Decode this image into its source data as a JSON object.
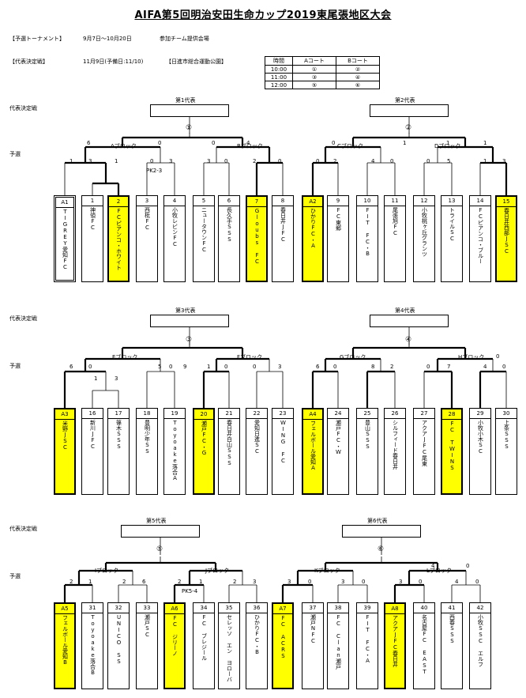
{
  "title": "AIFA第5回明治安田生命カップ2019東尾張地区大会",
  "info": {
    "prelim_label": "【予選トーナメント】",
    "prelim_dates": "9月7日～10月20日",
    "prelim_venue": "参加チーム提供会場",
    "final_label": "【代表決定戦】",
    "final_date": "11月9日(予備日:11/10)",
    "final_venue": "【日進市総合運動公園】"
  },
  "schedule": {
    "headers": [
      "時間",
      "Aコート",
      "Bコート"
    ],
    "rows": [
      [
        "10:00",
        "①",
        "②"
      ],
      [
        "11:00",
        "③",
        "④"
      ],
      [
        "12:00",
        "⑤",
        "⑥"
      ]
    ]
  },
  "labels": {
    "final_round": "代表決定戦",
    "prelim": "予選",
    "pk": "PK2-3",
    "pk2": "PK5-4"
  },
  "sections": [
    {
      "reps": [
        "第1代表",
        "第2代表"
      ],
      "finals": [
        "①",
        "②"
      ],
      "blocks": [
        "Aブロック",
        "Bブロック",
        "Cブロック",
        "Dブロック"
      ],
      "teams": [
        {
          "num": "A1",
          "name": "TIGREY愛知FC",
          "win": false,
          "dbl": true
        },
        {
          "num": "1",
          "name": "神領FC",
          "win": false
        },
        {
          "num": "2",
          "name": "FCピアンコ・ホワイト",
          "win": true
        },
        {
          "num": "3",
          "name": "西枇FC",
          "win": false
        },
        {
          "num": "4",
          "name": "小牧レビンFC",
          "win": false
        },
        {
          "num": "5",
          "name": "ニュータウンFC",
          "win": false
        },
        {
          "num": "6",
          "name": "長久手SSS",
          "win": false
        },
        {
          "num": "7",
          "name": "Gloubs FC",
          "win": true
        },
        {
          "num": "8",
          "name": "春日井JFC",
          "win": false
        },
        {
          "num": "A2",
          "name": "ひかりFC・A",
          "win": true
        },
        {
          "num": "9",
          "name": "FC東郷",
          "win": false
        },
        {
          "num": "10",
          "name": "FIT FC・B",
          "win": false
        },
        {
          "num": "11",
          "name": "尾張旭FC",
          "win": false
        },
        {
          "num": "12",
          "name": "小牧桃ヶ丘グランツ",
          "win": false
        },
        {
          "num": "13",
          "name": "トライルSC",
          "win": false
        },
        {
          "num": "14",
          "name": "FCピアンコ・ブルー",
          "win": false
        },
        {
          "num": "15",
          "name": "春日井西部JSC",
          "win": true
        }
      ]
    },
    {
      "reps": [
        "第3代表",
        "第4代表"
      ],
      "finals": [
        "③",
        "④"
      ],
      "blocks": [
        "Eブロック",
        "Fブロック",
        "Gブロック",
        "Hブロック"
      ],
      "teams": [
        {
          "num": "A3",
          "name": "米野JSC",
          "win": true
        },
        {
          "num": "16",
          "name": "新川JFC",
          "win": false
        },
        {
          "num": "17",
          "name": "篠木SSS",
          "win": false
        },
        {
          "num": "18",
          "name": "豊明少年SS",
          "win": false
        },
        {
          "num": "19",
          "name": "Toyoake落合A",
          "win": false
        },
        {
          "num": "20",
          "name": "瀬戸FC・G",
          "win": true
        },
        {
          "num": "21",
          "name": "春日井白山SSS",
          "win": false
        },
        {
          "num": "22",
          "name": "愛知日進SC",
          "win": false
        },
        {
          "num": "23",
          "name": "WING FC",
          "win": false
        },
        {
          "num": "A4",
          "name": "フェルボール愛知A",
          "win": true
        },
        {
          "num": "24",
          "name": "瀬戸FC・W",
          "win": false
        },
        {
          "num": "25",
          "name": "豊山SSS",
          "win": false
        },
        {
          "num": "26",
          "name": "シルフィード春日井",
          "win": false
        },
        {
          "num": "27",
          "name": "アクアJFC尾東",
          "win": false
        },
        {
          "num": "28",
          "name": "FC TWINS",
          "win": true
        },
        {
          "num": "29",
          "name": "小牧小木SC",
          "win": false
        },
        {
          "num": "30",
          "name": "上条SSS",
          "win": false
        }
      ]
    },
    {
      "reps": [
        "第5代表",
        "第6代表"
      ],
      "finals": [
        "⑤",
        "⑥"
      ],
      "blocks": [
        "Iブロック",
        "Jブロック",
        "Kブロック",
        "Lブロック"
      ],
      "teams": [
        {
          "num": "A5",
          "name": "フェルボール愛知B",
          "win": true
        },
        {
          "num": "31",
          "name": "Toyoake落合B",
          "win": false
        },
        {
          "num": "32",
          "name": "UNICO SS",
          "win": false
        },
        {
          "num": "33",
          "name": "瀬戸SC",
          "win": false
        },
        {
          "num": "A6",
          "name": "FC ジリーノ",
          "win": true
        },
        {
          "num": "34",
          "name": "FC ブレジール",
          "win": false
        },
        {
          "num": "35",
          "name": "セレッソ エン ヨローバ",
          "win": false
        },
        {
          "num": "36",
          "name": "ひかりFC・B",
          "win": false
        },
        {
          "num": "A7",
          "name": "FC ACRS",
          "win": true
        },
        {
          "num": "37",
          "name": "瀬戸NFC",
          "win": false
        },
        {
          "num": "38",
          "name": "FC Clan瀬戸",
          "win": false
        },
        {
          "num": "39",
          "name": "FIT FC・A",
          "win": false
        },
        {
          "num": "A8",
          "name": "アクアJFC春日井",
          "win": true
        },
        {
          "num": "40",
          "name": "名古屋FC EAST",
          "win": false
        },
        {
          "num": "41",
          "name": "西春SSS",
          "win": false
        },
        {
          "num": "42",
          "name": "小牧SSC エルフ",
          "win": false
        }
      ]
    }
  ],
  "scores": {
    "s1": [
      "6",
      "0",
      "0",
      "4",
      "0",
      "1",
      "1",
      "1",
      "1",
      "3",
      "1",
      "0",
      "3",
      "3",
      "0",
      "2",
      "0",
      "0",
      "2",
      "4",
      "0",
      "0",
      "5",
      "1",
      "3"
    ],
    "s2": [
      "6",
      "0",
      "5",
      "0",
      "9",
      "1",
      "3",
      "1",
      "0",
      "0",
      "3",
      "6",
      "0",
      "8",
      "2",
      "0",
      "7",
      "4",
      "0",
      "0"
    ],
    "s3": [
      "2",
      "1",
      "2",
      "6",
      "2",
      "1",
      "2",
      "3",
      "3",
      "0",
      "3",
      "0",
      "3",
      "0",
      "4",
      "0",
      "4",
      "0"
    ]
  }
}
